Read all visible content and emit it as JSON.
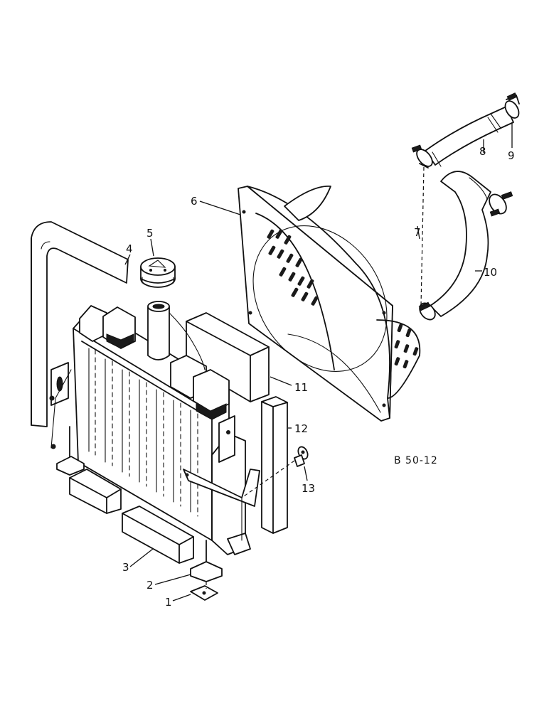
{
  "figure_ref": "B 50-12",
  "callouts": [
    {
      "id": "callout-1",
      "text": "1"
    },
    {
      "id": "callout-2",
      "text": "2"
    },
    {
      "id": "callout-3",
      "text": "3"
    },
    {
      "id": "callout-4",
      "text": "4"
    },
    {
      "id": "callout-5",
      "text": "5"
    },
    {
      "id": "callout-6",
      "text": "6"
    },
    {
      "id": "callout-7",
      "text": "7"
    },
    {
      "id": "callout-8",
      "text": "8"
    },
    {
      "id": "callout-9",
      "text": "9"
    },
    {
      "id": "callout-10",
      "text": "10"
    },
    {
      "id": "callout-11",
      "text": "11"
    },
    {
      "id": "callout-12",
      "text": "12"
    },
    {
      "id": "callout-13",
      "text": "13"
    }
  ]
}
